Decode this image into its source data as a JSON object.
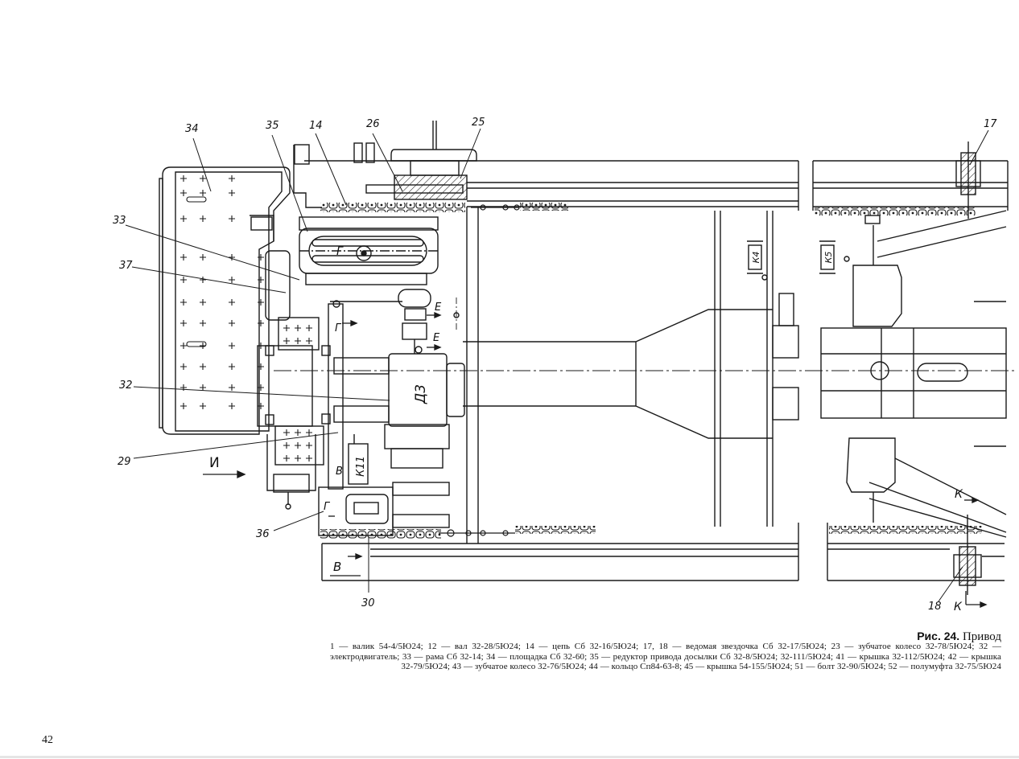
{
  "callouts": [
    "34",
    "35",
    "14",
    "26",
    "25",
    "17",
    "33",
    "37",
    "32",
    "29",
    "36",
    "30",
    "18"
  ],
  "view_markers": {
    "I": "И",
    "V1": "В",
    "V2": "В",
    "K1": "К",
    "K2": "К",
    "G1": "Г",
    "G2": "Г",
    "G3": "Г",
    "E1": "Е",
    "E2": "Е"
  },
  "component_labels": {
    "d3": "Д3",
    "k11": "К11",
    "k4": "К4",
    "k5": "К5"
  },
  "caption": {
    "fig_label": "Рис. 24.",
    "fig_title": "Привод",
    "legend": "1 — валик 54-4/5Ю24; 12 — вал 32-28/5Ю24; 14 — цепь Сб 32-16/5Ю24; 17, 18 — ведомая звездочка Сб 32-17/5Ю24; 23 — зубчатое колесо 32-78/5Ю24; 32 — электродвигатель; 33 — рама Сб 32-14; 34 — площадка Сб 32-60; 35 — редуктор привода досылки Сб 32-8/5Ю24; 32-111/5Ю24; 41 — крышка 32-112/5Ю24; 42 — крышка 32-79/5Ю24; 43 — зубчатое колесо 32-76/5Ю24; 44 — кольцо Сп84-63-8; 45 — крышка 54-155/5Ю24; 51 — болт 32-90/5Ю24; 52 — полумуфта 32-75/5Ю24"
  },
  "page_number": "42",
  "colors": {
    "ink": "#1a1a1a",
    "paper": "#ffffff"
  }
}
